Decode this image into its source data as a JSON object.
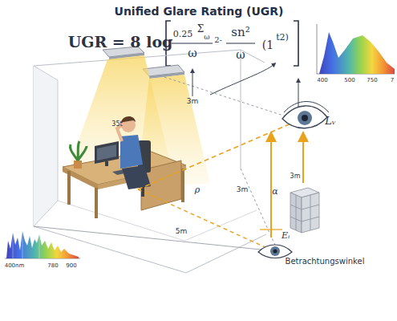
{
  "diagram": {
    "title": "Unified Glare Rating (UGR)",
    "labels": [
      "UGR = 8 log",
      "0.25",
      "Σ",
      "ω",
      "2-",
      "sn²",
      "ω",
      "ω",
      "(1",
      "t2)",
      "3m",
      "35t",
      "ρ",
      "3m",
      "α",
      "5m",
      "3m",
      "Lᵥ",
      "Eᵢ",
      "Betrachtungswinkel",
      "400",
      "500",
      "750",
      "7",
      "400nm",
      "780",
      "900"
    ]
  }
}
